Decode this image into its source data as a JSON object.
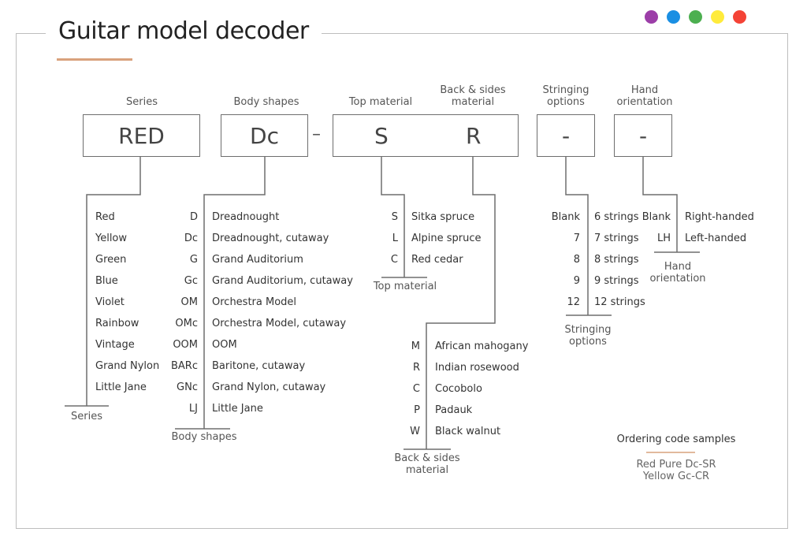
{
  "title": "Guitar model decoder",
  "dot_colors": [
    "#9c3ea8",
    "#1a8fe3",
    "#4caf50",
    "#ffeb3b",
    "#f44336"
  ],
  "headers": {
    "series": "Series",
    "body": "Body shapes",
    "top": "Top material",
    "back_l1": "Back & sides",
    "back_l2": "material",
    "string_l1": "Stringing",
    "string_l2": "options",
    "hand_l1": "Hand",
    "hand_l2": "orientation"
  },
  "boxes": {
    "series": "RED",
    "body": "Dc",
    "dash": "–",
    "top": "S",
    "back": "R",
    "string": "-",
    "hand": "-"
  },
  "series_list": [
    "Red",
    "Yellow",
    "Green",
    "Blue",
    "Violet",
    "Rainbow",
    "Vintage",
    "Grand Nylon",
    "Little Jane"
  ],
  "series_caption": "Series",
  "body_list": [
    {
      "code": "D",
      "name": "Dreadnought"
    },
    {
      "code": "Dc",
      "name": "Dreadnought, cutaway"
    },
    {
      "code": "G",
      "name": "Grand Auditorium"
    },
    {
      "code": "Gc",
      "name": "Grand Auditorium, cutaway"
    },
    {
      "code": "OM",
      "name": "Orchestra Model"
    },
    {
      "code": "OMc",
      "name": "Orchestra Model, cutaway"
    },
    {
      "code": "OOM",
      "name": "OOM"
    },
    {
      "code": "BARc",
      "name": "Baritone, cutaway"
    },
    {
      "code": "GNc",
      "name": "Grand Nylon, cutaway"
    },
    {
      "code": "LJ",
      "name": "Little Jane"
    }
  ],
  "body_caption": "Body shapes",
  "top_list": [
    {
      "code": "S",
      "name": "Sitka spruce"
    },
    {
      "code": "L",
      "name": "Alpine spruce"
    },
    {
      "code": "C",
      "name": "Red cedar"
    }
  ],
  "top_caption": "Top material",
  "back_list": [
    {
      "code": "M",
      "name": "African mahogany"
    },
    {
      "code": "R",
      "name": "Indian rosewood"
    },
    {
      "code": "C",
      "name": "Cocobolo"
    },
    {
      "code": "P",
      "name": "Padauk"
    },
    {
      "code": "W",
      "name": "Black walnut"
    }
  ],
  "back_caption_l1": "Back & sides",
  "back_caption_l2": "material",
  "string_list": [
    {
      "code": "Blank",
      "name": "6 strings"
    },
    {
      "code": "7",
      "name": "7 strings"
    },
    {
      "code": "8",
      "name": "8 strings"
    },
    {
      "code": "9",
      "name": "9 strings"
    },
    {
      "code": "12",
      "name": "12 strings"
    }
  ],
  "string_caption_l1": "Stringing",
  "string_caption_l2": "options",
  "hand_list": [
    {
      "code": "Blank",
      "name": "Right-handed"
    },
    {
      "code": "LH",
      "name": "Left-handed"
    }
  ],
  "hand_caption_l1": "Hand",
  "hand_caption_l2": "orientation",
  "samples": {
    "heading": "Ordering code samples",
    "line1": "Red Pure Dc-SR",
    "line2": "Yellow Gc-CR"
  }
}
